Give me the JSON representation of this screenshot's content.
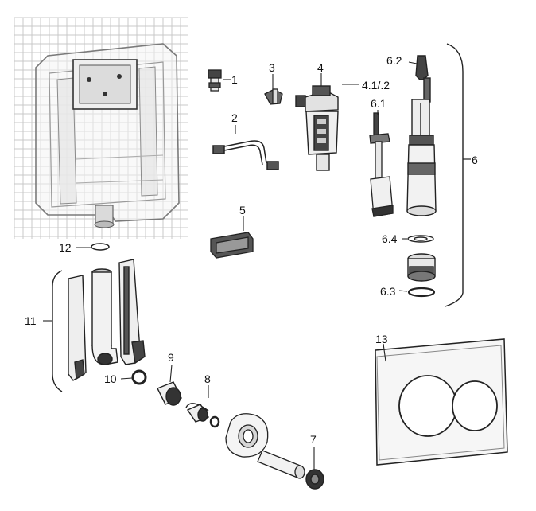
{
  "labels": {
    "l1": "1",
    "l2": "2",
    "l3": "3",
    "l4": "4",
    "l41": "4.1/.2",
    "l5": "5",
    "l6": "6",
    "l61": "6.1",
    "l62": "6.2",
    "l63": "6.3",
    "l64": "6.4",
    "l7": "7",
    "l8": "8",
    "l9": "9",
    "l10": "10",
    "l11": "11",
    "l12": "12",
    "l13": "13"
  },
  "colors": {
    "line": "#222222",
    "grid": "#c8c8c8",
    "fill_light": "#f2f2f2",
    "fill_mid": "#d9d9d9",
    "fill_dark": "#555555"
  }
}
